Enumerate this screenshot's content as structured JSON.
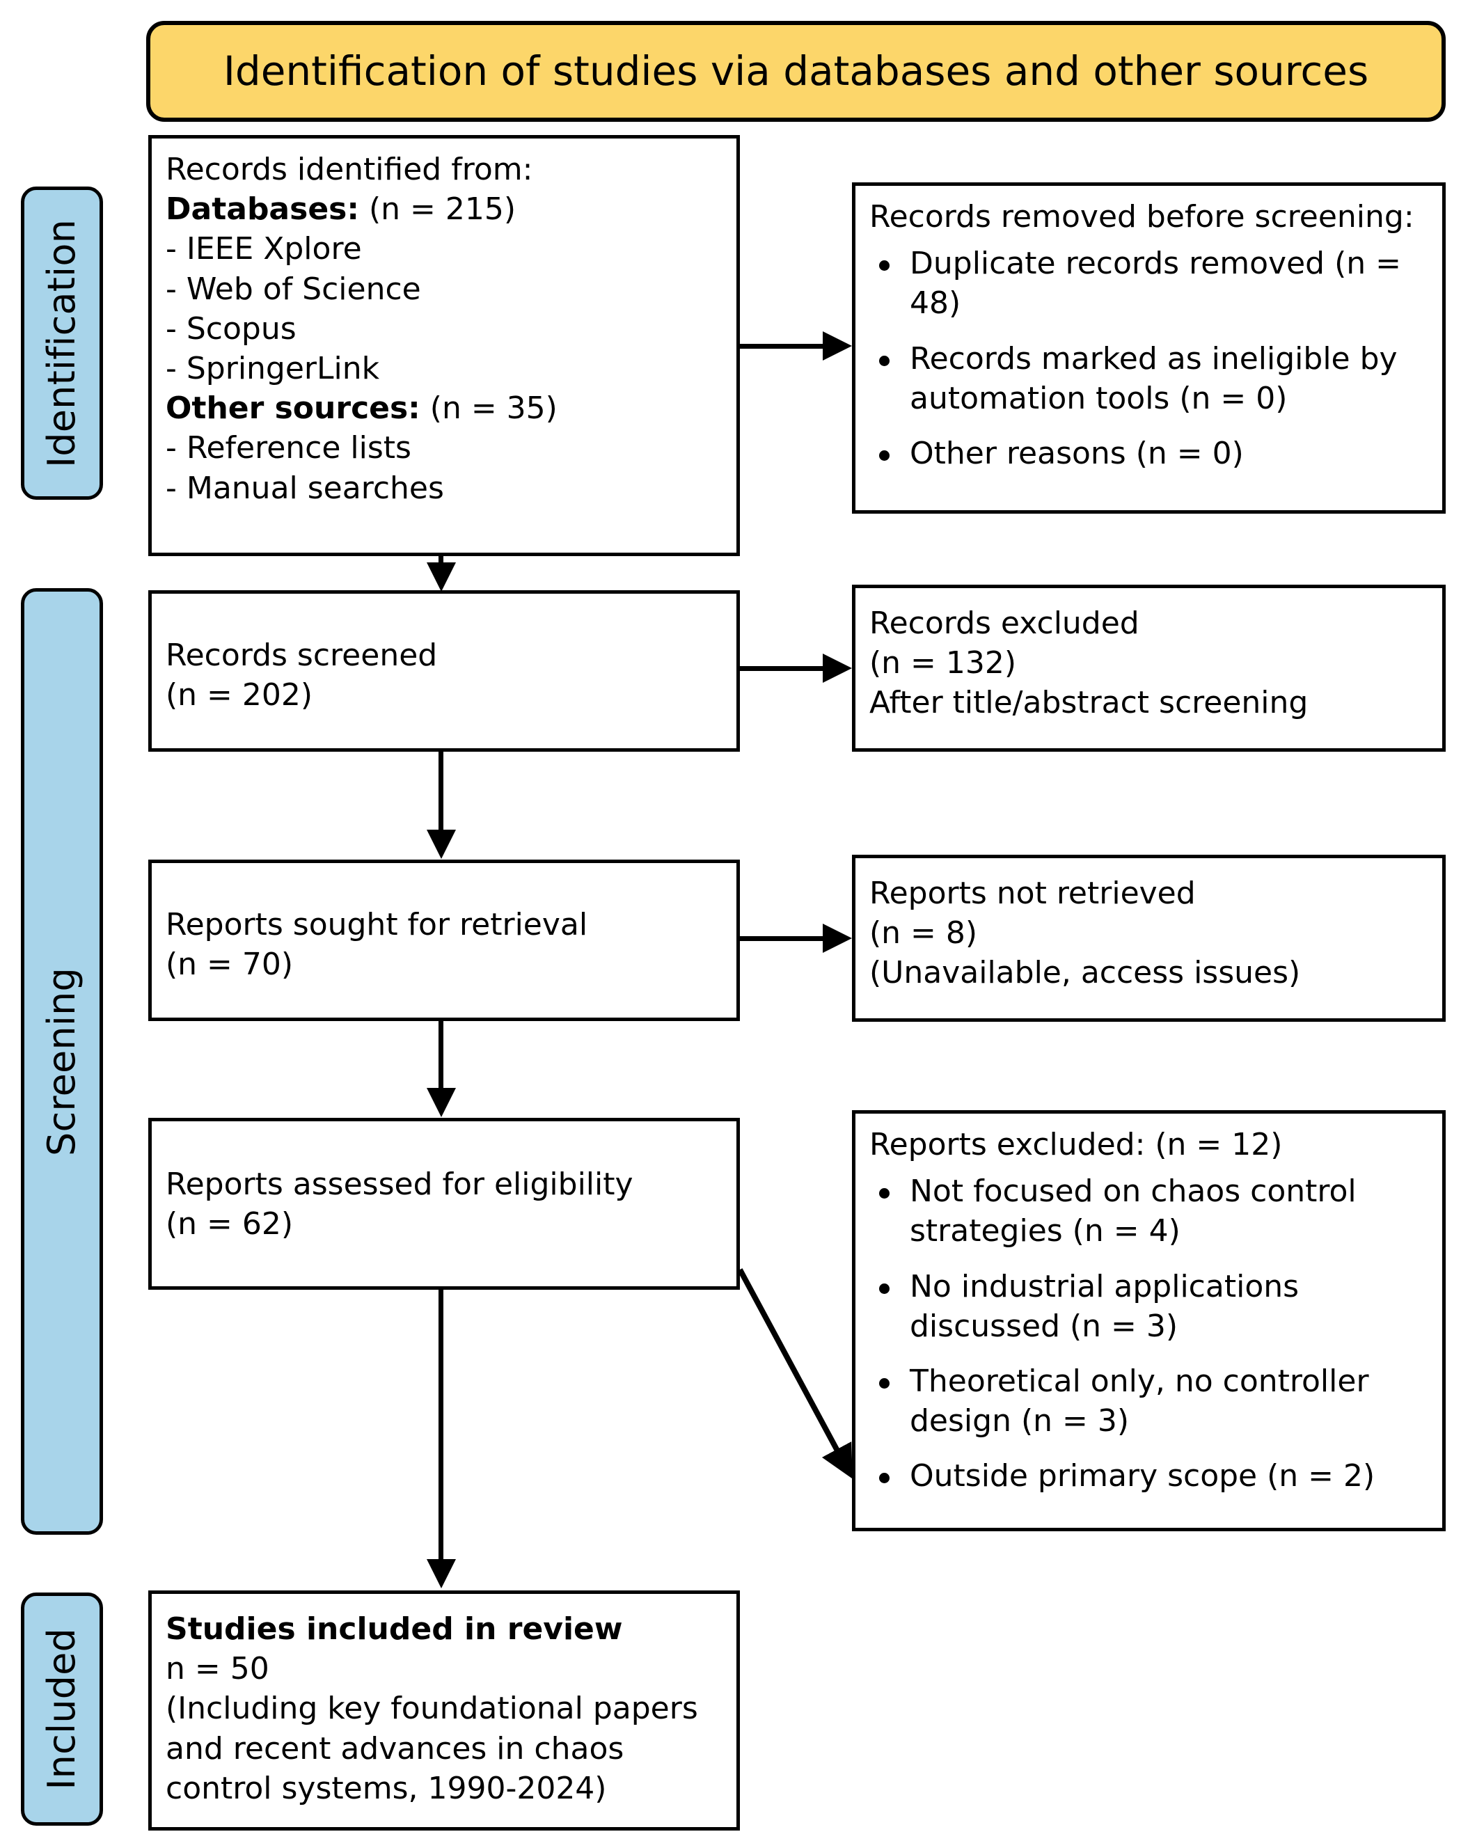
{
  "colors": {
    "banner_fill": "#FCD66A",
    "stage_fill": "#A8D4EA",
    "line": "#000000",
    "box_fill": "#FFFFFF"
  },
  "banner": {
    "title": "Identification of studies via databases and other sources"
  },
  "stages": [
    {
      "id": "identification",
      "label": "Identification"
    },
    {
      "id": "screening",
      "label": "Screening"
    },
    {
      "id": "included",
      "label": "Included"
    }
  ],
  "boxes": {
    "records_identified": {
      "heading": "Records identified from:",
      "databases_label": "Databases:",
      "databases_count": "(n = 215)",
      "databases_items": [
        "- IEEE Xplore",
        "- Web of Science",
        "- Scopus",
        "- SpringerLink"
      ],
      "other_sources_label": "Other sources:",
      "other_sources_count": "(n = 35)",
      "other_sources_items": [
        "- Reference lists",
        "- Manual searches"
      ]
    },
    "records_removed": {
      "heading": "Records removed before screening:",
      "bullets": [
        "Duplicate records removed (n = 48)",
        "Records marked as ineligible by automation tools (n = 0)",
        "Other reasons (n = 0)"
      ]
    },
    "records_screened": {
      "line1": "Records screened",
      "line2": "(n = 202)"
    },
    "records_excluded": {
      "line1": "Records excluded",
      "line2": "(n = 132)",
      "line3": "After title/abstract screening"
    },
    "reports_sought": {
      "line1": "Reports sought for retrieval",
      "line2": "(n = 70)"
    },
    "reports_not_retrieved": {
      "line1": "Reports not retrieved",
      "line2": "(n = 8)",
      "line3": "(Unavailable, access issues)"
    },
    "reports_assessed": {
      "line1": "Reports assessed for eligibility",
      "line2": "(n = 62)"
    },
    "reports_excluded": {
      "heading": "Reports excluded: (n = 12)",
      "bullets": [
        "Not focused on chaos control strategies (n = 4)",
        "No industrial applications discussed (n = 3)",
        "Theoretical only, no controller design (n = 3)",
        "Outside primary scope (n = 2)"
      ]
    },
    "studies_included": {
      "heading": "Studies included in review",
      "line2": "n = 50",
      "line3": "(Including key foundational papers and recent advances in chaos control systems, 1990-2024)"
    }
  }
}
